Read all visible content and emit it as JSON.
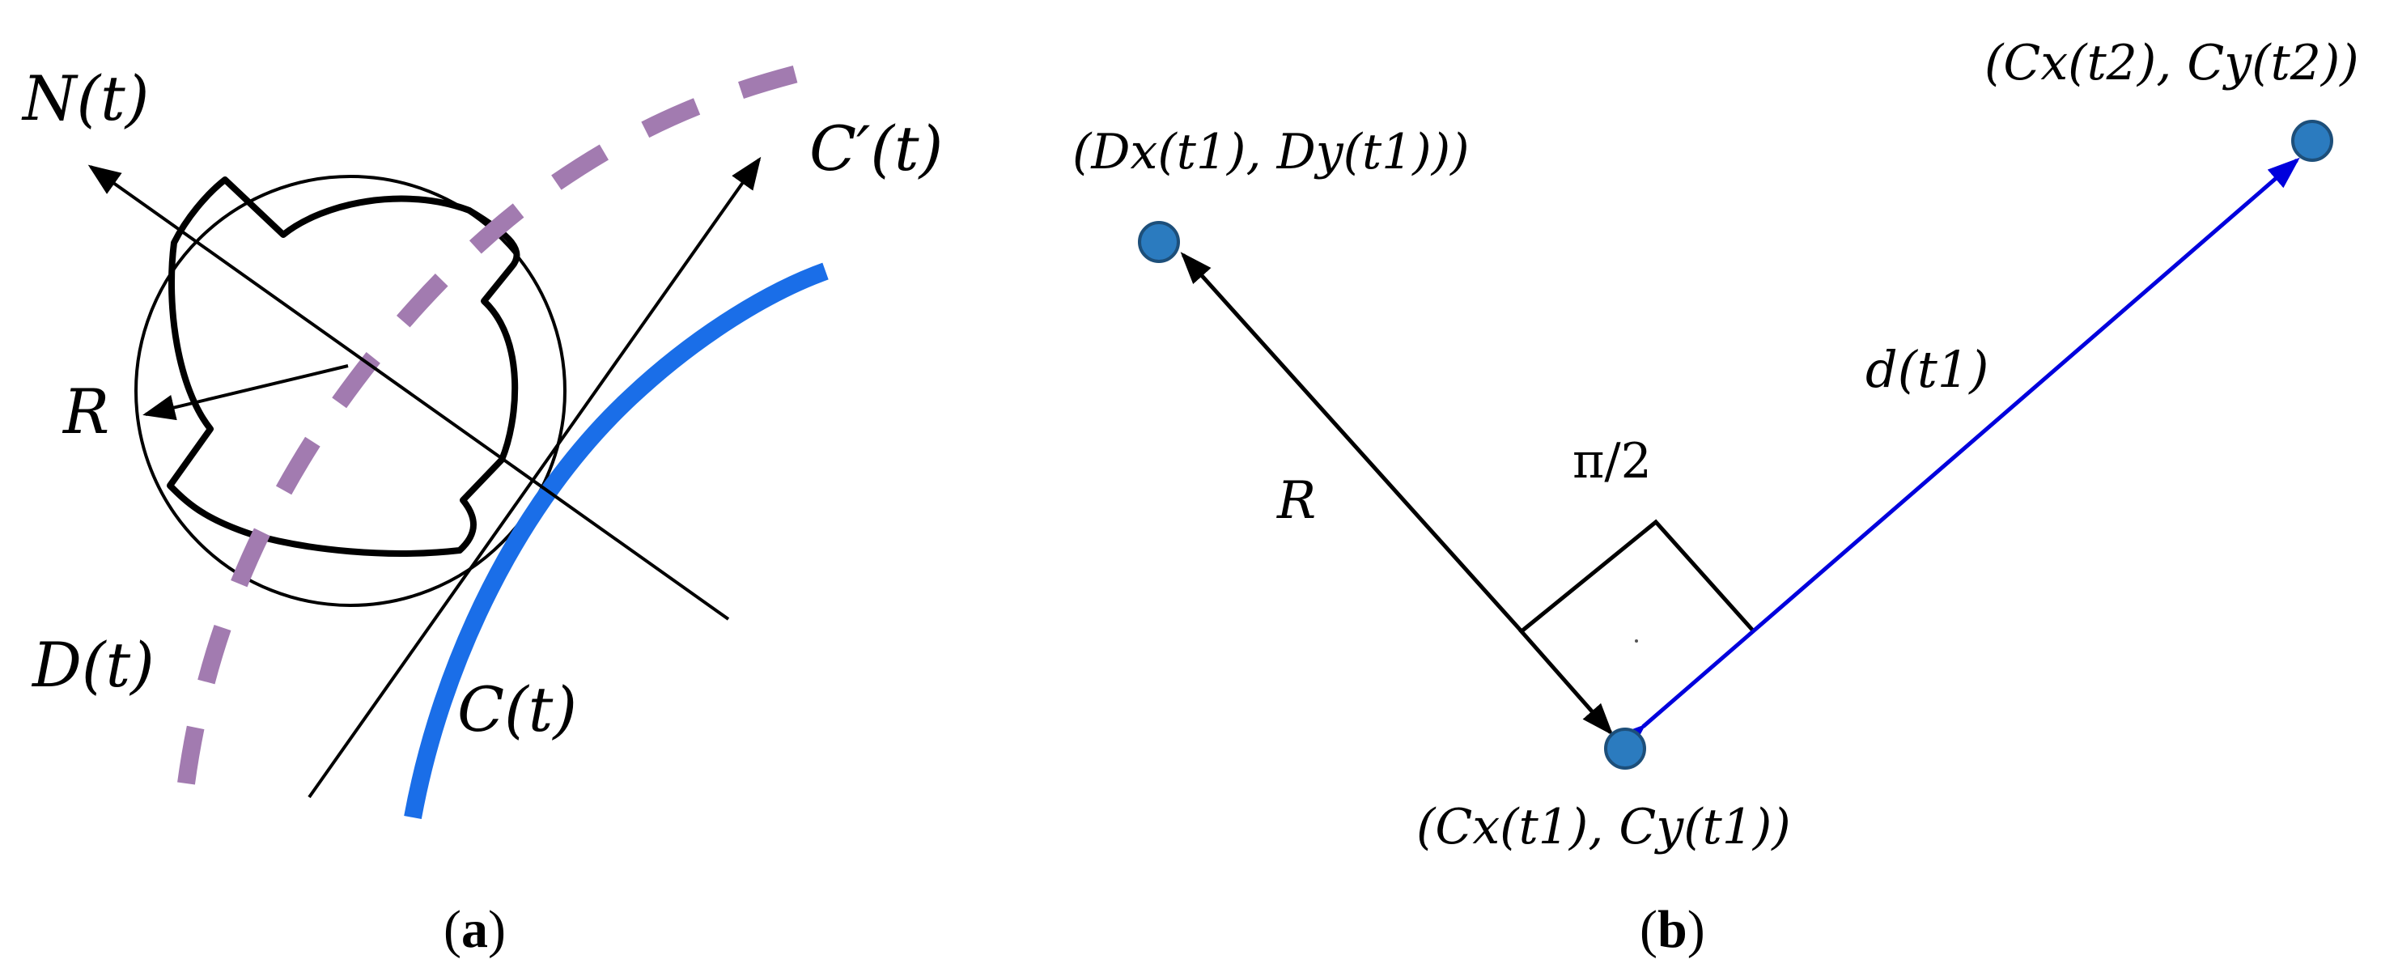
{
  "panel_a": {
    "caption_open": "(",
    "caption_letter": "a",
    "caption_close": ")",
    "label_normal": "N(t)",
    "label_tangent": "C′(t)",
    "label_radius": "R",
    "label_tool_path": "D(t)",
    "label_curve": "C(t)",
    "colors": {
      "contour": "#1a6ee8",
      "tool_path": "#a27bb0",
      "ink": "#000000"
    }
  },
  "panel_b": {
    "caption_open": "(",
    "caption_letter": "b",
    "caption_close": ")",
    "label_D": "(Dx(t1), Dy(t1)))",
    "label_C1": "(Cx(t1), Cy(t1))",
    "label_C2": "(Cx(t2), Cy(t2))",
    "label_R": "R",
    "label_angle": "π/2",
    "label_d": "d(t1)",
    "colors": {
      "point_fill": "#2b7bbf",
      "point_stroke": "#1d4f7a",
      "distance_arrow": "#0000dd",
      "ink": "#000000"
    }
  }
}
